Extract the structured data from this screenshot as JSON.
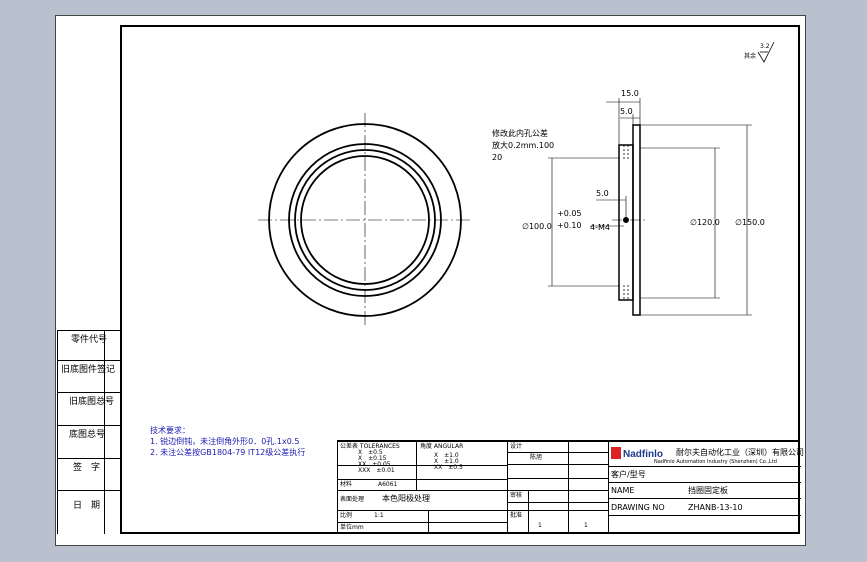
{
  "left_block": {
    "row1": "零件代号",
    "row2": "旧底图件签记",
    "row3": "旧底图总号",
    "row4": "底图总号",
    "row5": "签　字",
    "row6": "日　期"
  },
  "tech_req": {
    "title": "技术要求：",
    "line1": "1. 锐边倒钝，未注倒角外形0．0孔.1x0.5",
    "line2": "2. 未注公差按GB1804-79 IT12级公差执行"
  },
  "roughness": {
    "value": "3.2",
    "label": "其余"
  },
  "side_notes": {
    "note1": "修改此内孔公差",
    "note2": "放大0.2mm.100",
    "note3": "20"
  },
  "dims": {
    "d15": "15.0",
    "d5a": "5.0",
    "d5b": "5.0",
    "dia100": "∅100.0",
    "tol_up": "+0.05",
    "tol_low": "+0.10",
    "dia120": "∅120.0",
    "dia150": "∅150.0",
    "holes": "4-M4"
  },
  "title_block": {
    "tol_header": "公差表 TOLERANCES",
    "tol_rows": [
      "X　±0.5",
      "X　±0.15",
      "XX　±0.05",
      "XXX　±0.01"
    ],
    "ang_header": "角度 ANGULAR",
    "ang_rows": [
      "X　±1.0",
      "X　±1.0",
      "XX　±0.5"
    ],
    "material_label": "材料",
    "material": "A6061",
    "finish_label": "表面处理",
    "finish": "本色阳极处理",
    "scale_label": "比例",
    "scale": "1:1",
    "unit_label": "单位",
    "unit": "mm",
    "design_label": "设计",
    "design": "陈旭",
    "check_label": "审核",
    "approve_label": "批准",
    "qty": "1",
    "sheet": "1",
    "company": "耐尔夫自动化工业（深圳）有限公司",
    "company_en": "Nadfinlo Automation Industry (Shenzhen) Co.,Ltd",
    "logo_text": "Nadfinlo",
    "customer_label": "客户/型号",
    "name_label": "NAME",
    "part_name": "挡圈固定板",
    "drawing_no_label": "DRAWING NO",
    "drawing_no": "ZHANB-13-10"
  }
}
